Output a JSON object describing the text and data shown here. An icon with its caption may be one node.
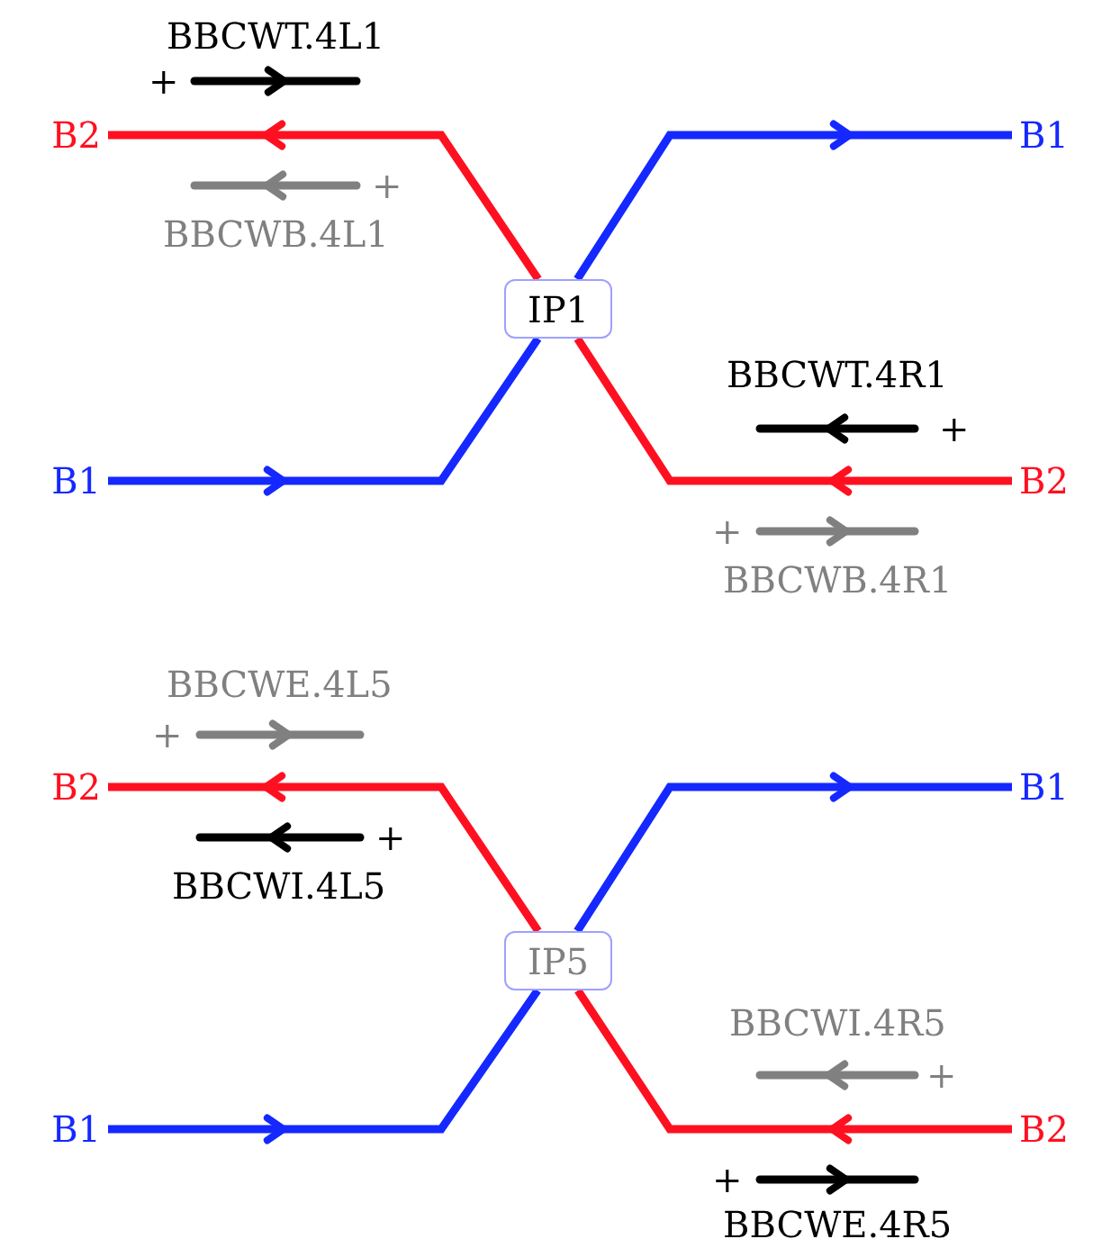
{
  "diagram": {
    "nodes": [
      {
        "text": [
          "B2"
        ]
      },
      {
        "text": [
          "B1"
        ]
      },
      {
        "text": [
          "IP1"
        ]
      },
      {
        "text": [
          "B1"
        ]
      },
      {
        "text": [
          "B2"
        ]
      },
      {
        "text": [
          "B2"
        ]
      },
      {
        "text": [
          "B1"
        ]
      },
      {
        "text": [
          "IP5"
        ]
      },
      {
        "text": [
          "B1"
        ]
      },
      {
        "text": [
          "B2"
        ]
      }
    ],
    "edges": [
      {
        "from": 4,
        "to": 2,
        "arrow": "to",
        "color": "#ff1020"
      },
      {
        "from": 2,
        "to": 0,
        "arrow": "to",
        "color": "#ff1020"
      },
      {
        "from": 3,
        "to": 2,
        "arrow": "to",
        "color": "#1428ff"
      },
      {
        "from": 2,
        "to": 1,
        "arrow": "to",
        "color": "#1428ff"
      },
      {
        "from": 9,
        "to": 7,
        "arrow": "to",
        "color": "#ff1020"
      },
      {
        "from": 7,
        "to": 5,
        "arrow": "to",
        "color": "#ff1020"
      },
      {
        "from": 8,
        "to": 7,
        "arrow": "to",
        "color": "#1428ff"
      },
      {
        "from": 7,
        "to": 6,
        "arrow": "to",
        "color": "#1428ff"
      }
    ],
    "labels": [
      "BBCWT.4L1",
      "+",
      "+",
      "BBCWB.4L1",
      "BBCWT.4R1",
      "+",
      "+",
      "BBCWB.4R1",
      "BBCWE.4L5",
      "+",
      "+",
      "BBCWI.4L5",
      "BBCWI.4R5",
      "+",
      "+",
      "BBCWE.4R5"
    ]
  }
}
